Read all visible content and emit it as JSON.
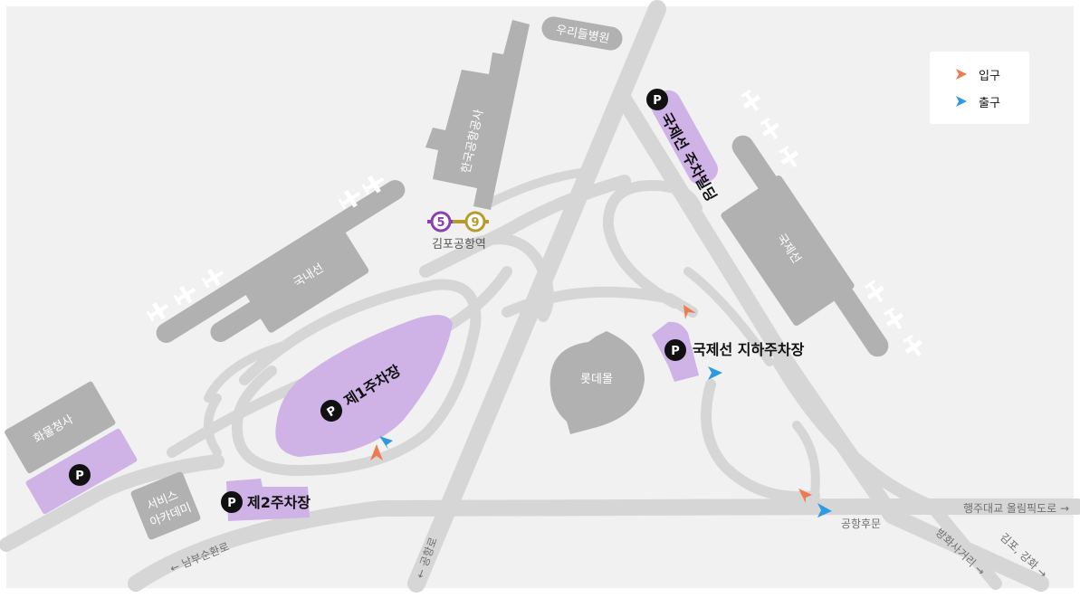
{
  "colors": {
    "background": "#f1f1f2",
    "road": "#d6d6d6",
    "building": "#b1b1b1",
    "parking": "#cfb2e6",
    "entrance": "#f07a4f",
    "exit": "#2f9ae0",
    "line5": "#8a3fb4",
    "line9": "#b89a2c"
  },
  "legend": {
    "entrance": "입구",
    "exit": "출구"
  },
  "buildings": {
    "kac": "한국공항공사",
    "domestic": "국내선",
    "international": "국제선",
    "cargo": "화물청사",
    "service_academy_1": "서비스",
    "service_academy_2": "아카데미",
    "lotte_mall": "롯데몰",
    "hospital": "우리들병원"
  },
  "station": {
    "name": "김포공항역",
    "line_a": "5",
    "line_b": "9"
  },
  "parking": {
    "p_badge": "P",
    "lot1": "제1주차장",
    "lot2": "제2주차장",
    "intl_building": "국제선 주차빌딩",
    "intl_underground": "국제선 지하주차장"
  },
  "roads": {
    "haengju": "행주대교 올림픽도로 →",
    "back_gate": "공항후문",
    "banghwa": "방화사거리 →",
    "gimpo_ganghwa": "김포, 강화 →",
    "gonghangro": "← 공항로",
    "nambu": "← 남부순환로"
  }
}
